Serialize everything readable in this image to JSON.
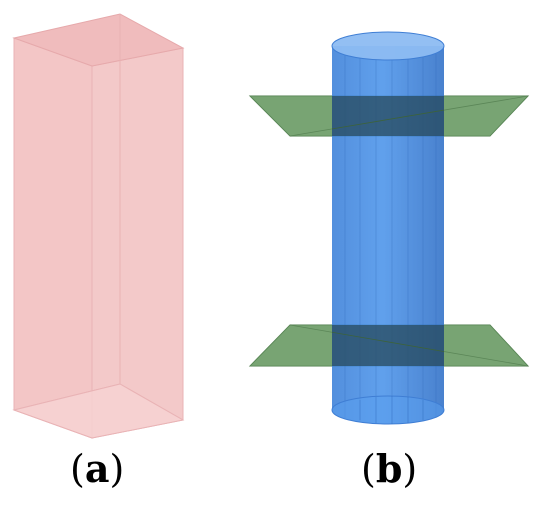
{
  "panel_a": {
    "caption_open": "(",
    "caption_letter": "a",
    "caption_close": ")",
    "shape": "rectangular-prism",
    "fill_color": "#f4c9c9",
    "edge_color": "#e6aeb0"
  },
  "panel_b": {
    "caption_open": "(",
    "caption_letter": "b",
    "caption_close": ")",
    "shape": "cylinder-with-two-planes",
    "cylinder_color": "#3f86e0",
    "cylinder_top_color": "#8dbcf2",
    "plane_color": "#6f9e6a",
    "plane_edge_color": "#4f7d4c"
  }
}
